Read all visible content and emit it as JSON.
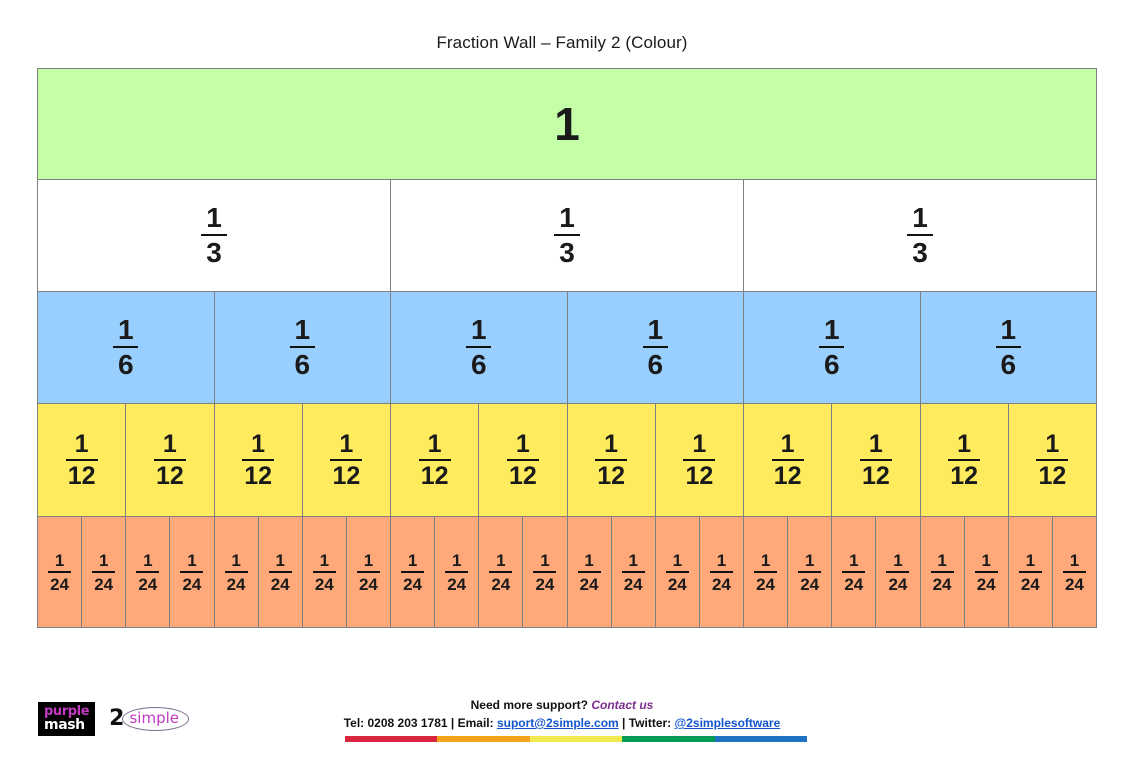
{
  "page": {
    "title": "Fraction Wall – Family 2 (Colour)"
  },
  "wall": {
    "rows": [
      {
        "name": "whole",
        "label": "1",
        "count": 1,
        "numerator": "1",
        "denominator": "",
        "color": "#c4ffa8"
      },
      {
        "name": "thirds",
        "label": "1/3",
        "count": 3,
        "numerator": "1",
        "denominator": "3",
        "color": "#ffffff"
      },
      {
        "name": "sixths",
        "label": "1/6",
        "count": 6,
        "numerator": "1",
        "denominator": "6",
        "color": "#99cfff"
      },
      {
        "name": "twelfths",
        "label": "1/12",
        "count": 12,
        "numerator": "1",
        "denominator": "12",
        "color": "#ffeb5e"
      },
      {
        "name": "twentyfourths",
        "label": "1/24",
        "count": 24,
        "numerator": "1",
        "denominator": "24",
        "color": "#ffa97a"
      }
    ],
    "border_color": "#7f7f7f"
  },
  "footer": {
    "logo_purplemash_top": "purple",
    "logo_purplemash_bottom": "mash",
    "logo_2simple_digit": "2",
    "logo_2simple_word": "simple",
    "support_prompt": "Need more support?",
    "contact_link": "Contact us",
    "tel_label": "Tel: 0208 203 1781",
    "sep1": " | ",
    "email_label": "Email: ",
    "email_value": "suport@2simple.com",
    "sep2": " | ",
    "twitter_label": "Twitter: ",
    "twitter_value": "@2simplesoftware",
    "contact_color": "#7b2d8e",
    "link_color": "#1155cc",
    "color_bar": [
      "#d7263d",
      "#f5a21c",
      "#f2e94e",
      "#009b55",
      "#1e72c4"
    ]
  }
}
